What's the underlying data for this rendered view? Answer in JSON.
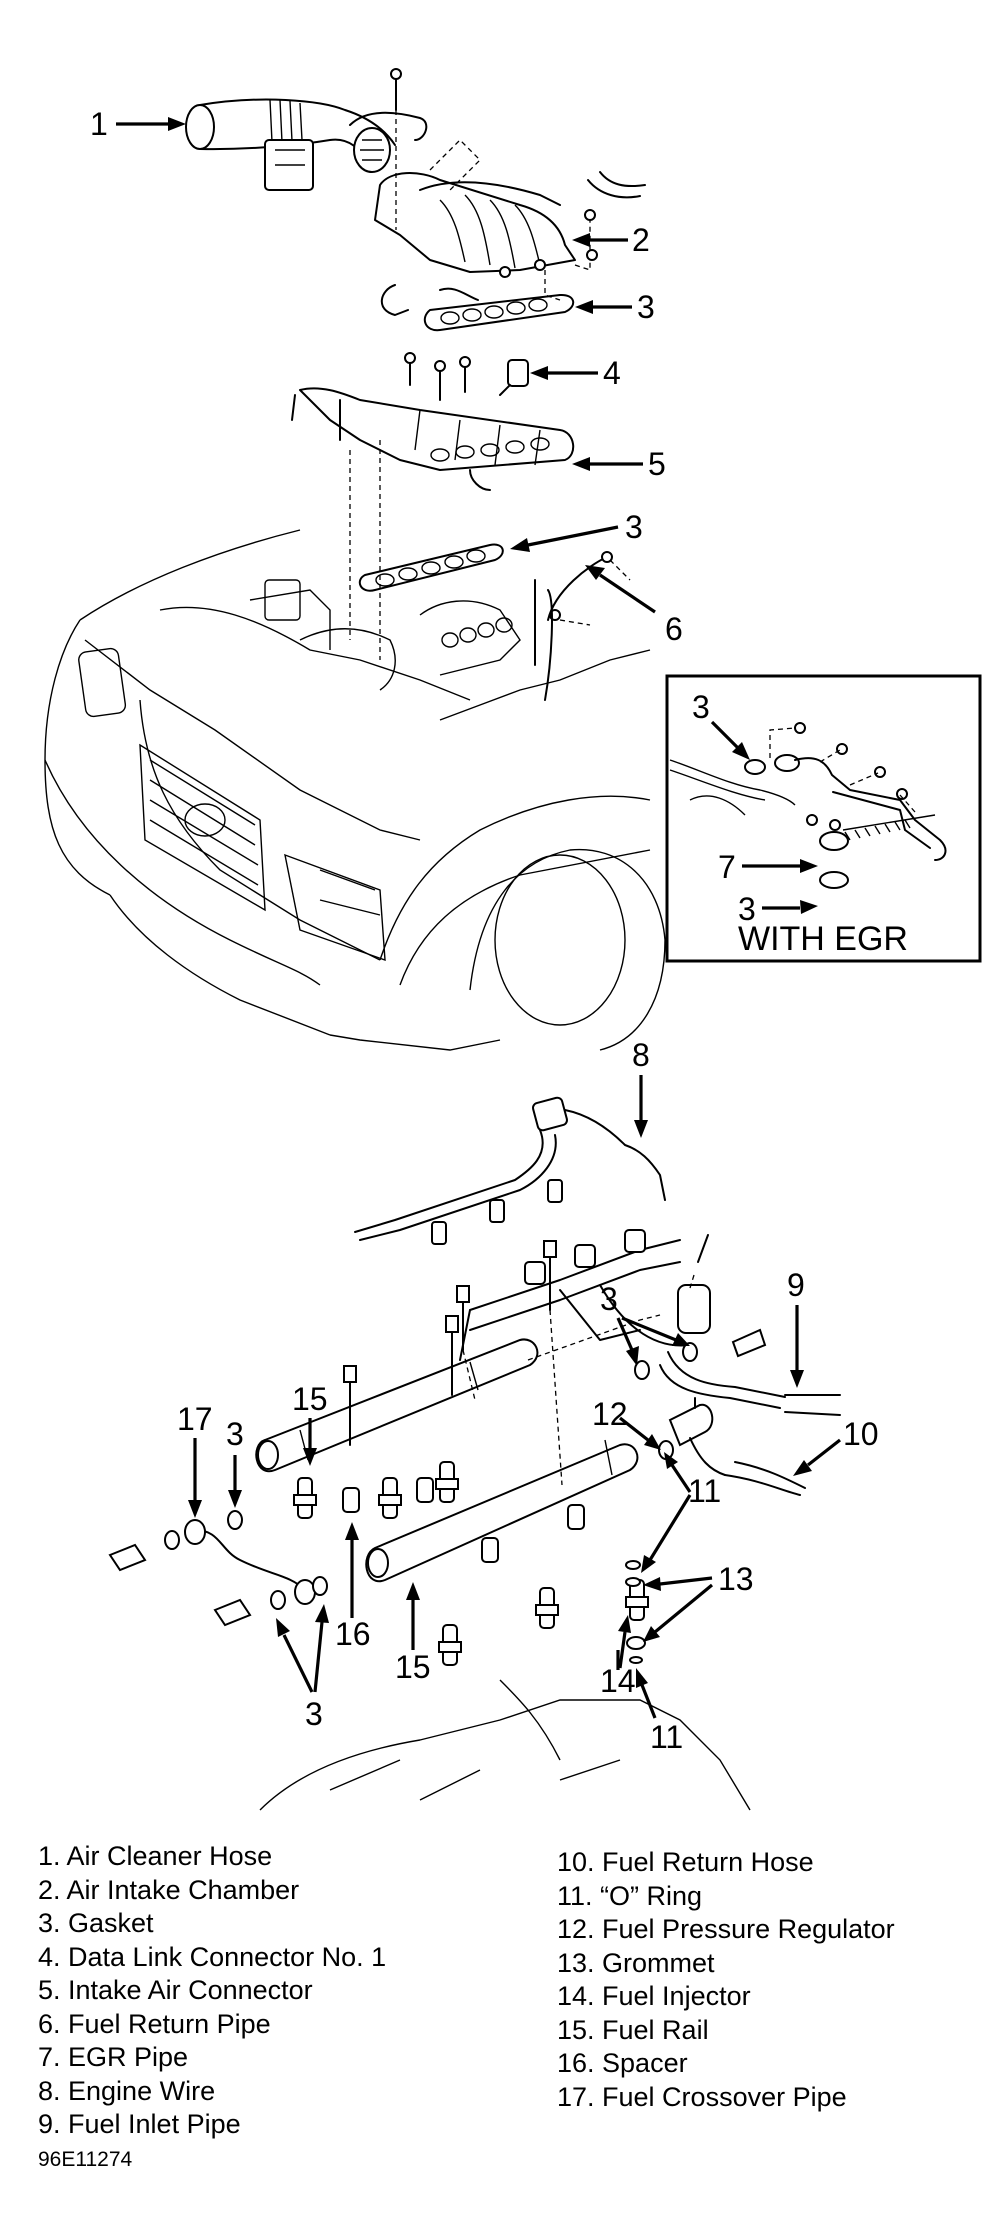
{
  "figure": {
    "title": "Intake Air & Fuel System Components Exploded View",
    "figure_code": "96E11274",
    "inset_caption": "WITH EGR",
    "callouts": [
      {
        "id": "c1",
        "label": "1"
      },
      {
        "id": "c2",
        "label": "2"
      },
      {
        "id": "c3a",
        "label": "3"
      },
      {
        "id": "c4",
        "label": "4"
      },
      {
        "id": "c5",
        "label": "5"
      },
      {
        "id": "c3b",
        "label": "3"
      },
      {
        "id": "c6",
        "label": "6"
      },
      {
        "id": "c3-egr-top",
        "label": "3"
      },
      {
        "id": "c7",
        "label": "7"
      },
      {
        "id": "c3-egr-bottom",
        "label": "3"
      },
      {
        "id": "c8",
        "label": "8"
      },
      {
        "id": "c3c",
        "label": "3"
      },
      {
        "id": "c9",
        "label": "9"
      },
      {
        "id": "c10",
        "label": "10"
      },
      {
        "id": "c12",
        "label": "12"
      },
      {
        "id": "c11a",
        "label": "11"
      },
      {
        "id": "c13",
        "label": "13"
      },
      {
        "id": "c14",
        "label": "14"
      },
      {
        "id": "c11b",
        "label": "11"
      },
      {
        "id": "c15a",
        "label": "15"
      },
      {
        "id": "c15b",
        "label": "15"
      },
      {
        "id": "c16",
        "label": "16"
      },
      {
        "id": "c17",
        "label": "17"
      },
      {
        "id": "c3d",
        "label": "3"
      },
      {
        "id": "c3e",
        "label": "3"
      }
    ]
  },
  "legend": {
    "left": [
      "1. Air Cleaner Hose",
      "2. Air Intake Chamber",
      "3. Gasket",
      "4. Data Link Connector No. 1",
      "5. Intake Air Connector",
      "6. Fuel Return Pipe",
      "7. EGR Pipe",
      "8. Engine Wire",
      "9. Fuel Inlet Pipe"
    ],
    "right": [
      "10. Fuel Return Hose",
      "11. “O” Ring",
      "12. Fuel Pressure Regulator",
      "13. Grommet",
      "14. Fuel Injector",
      "15. Fuel Rail",
      "16. Spacer",
      "17. Fuel Crossover Pipe"
    ]
  }
}
